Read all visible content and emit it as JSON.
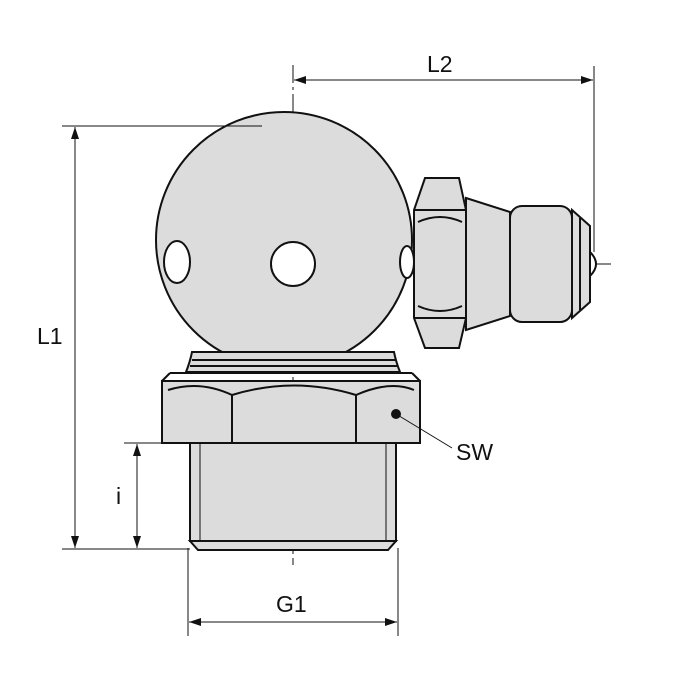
{
  "diagram": {
    "labels": {
      "l1": "L1",
      "l2": "L2",
      "i": "i",
      "g1": "G1",
      "sw": "SW"
    },
    "colors": {
      "line": "#111111",
      "body_fill": "#dcdcdc",
      "background": "#ffffff"
    }
  }
}
